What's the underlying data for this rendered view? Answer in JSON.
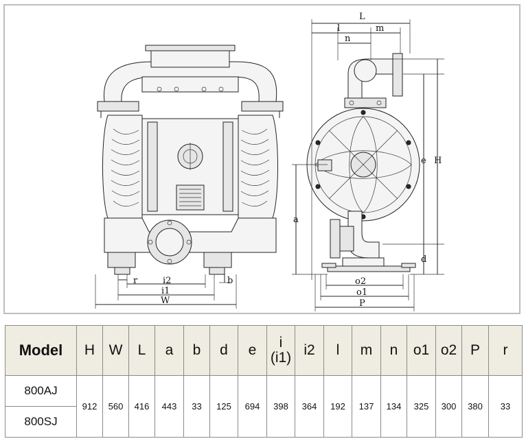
{
  "drawing": {
    "front_view": {
      "dimension_labels": {
        "r": "r",
        "b": "b",
        "i2": "i2",
        "i1": "i1",
        "W": "W"
      }
    },
    "side_view": {
      "dimension_labels": {
        "L": "L",
        "l": "l",
        "m": "m",
        "n": "n",
        "a": "a",
        "e": "e",
        "H": "H",
        "d": "d",
        "o2": "o2",
        "o1": "o1",
        "P": "P"
      }
    }
  },
  "table": {
    "header_bg": "#efece1",
    "headers": {
      "model": "Model",
      "H": "H",
      "W": "W",
      "L": "L",
      "a": "a",
      "b": "b",
      "d": "d",
      "e": "e",
      "i_top": "i",
      "i_bottom": "(i1)",
      "i2": "i2",
      "l": "l",
      "m": "m",
      "n": "n",
      "o1": "o1",
      "o2": "o2",
      "P": "P",
      "r": "r"
    },
    "models": [
      "800AJ",
      "800SJ"
    ],
    "values": {
      "H": "912",
      "W": "560",
      "L": "416",
      "a": "443",
      "b": "33",
      "d": "125",
      "e": "694",
      "i": "398",
      "i2": "364",
      "l": "192",
      "m": "137",
      "n": "134",
      "o1": "325",
      "o2": "300",
      "P": "380",
      "r": "33"
    }
  }
}
